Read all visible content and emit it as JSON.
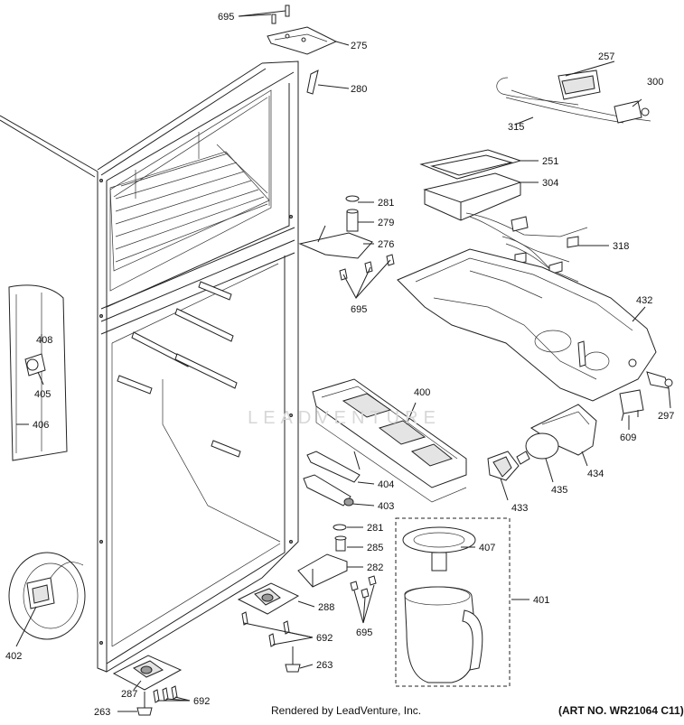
{
  "diagram": {
    "parts": [
      {
        "id": "695",
        "label": "695"
      },
      {
        "id": "275",
        "label": "275"
      },
      {
        "id": "280",
        "label": "280"
      },
      {
        "id": "257",
        "label": "257"
      },
      {
        "id": "300",
        "label": "300"
      },
      {
        "id": "315",
        "label": "315"
      },
      {
        "id": "251",
        "label": "251"
      },
      {
        "id": "304",
        "label": "304"
      },
      {
        "id": "281a",
        "label": "281"
      },
      {
        "id": "279",
        "label": "279"
      },
      {
        "id": "276",
        "label": "276"
      },
      {
        "id": "318",
        "label": "318"
      },
      {
        "id": "695b",
        "label": "695"
      },
      {
        "id": "432",
        "label": "432"
      },
      {
        "id": "408",
        "label": "408"
      },
      {
        "id": "405",
        "label": "405"
      },
      {
        "id": "406",
        "label": "406"
      },
      {
        "id": "400",
        "label": "400"
      },
      {
        "id": "297",
        "label": "297"
      },
      {
        "id": "609",
        "label": "609"
      },
      {
        "id": "434",
        "label": "434"
      },
      {
        "id": "404",
        "label": "404"
      },
      {
        "id": "435",
        "label": "435"
      },
      {
        "id": "433",
        "label": "433"
      },
      {
        "id": "403",
        "label": "403"
      },
      {
        "id": "281b",
        "label": "281"
      },
      {
        "id": "407",
        "label": "407"
      },
      {
        "id": "285",
        "label": "285"
      },
      {
        "id": "282",
        "label": "282"
      },
      {
        "id": "401",
        "label": "401"
      },
      {
        "id": "288",
        "label": "288"
      },
      {
        "id": "695c",
        "label": "695"
      },
      {
        "id": "692a",
        "label": "692"
      },
      {
        "id": "402",
        "label": "402"
      },
      {
        "id": "263a",
        "label": "263"
      },
      {
        "id": "287",
        "label": "287"
      },
      {
        "id": "692b",
        "label": "692"
      },
      {
        "id": "263b",
        "label": "263"
      }
    ]
  },
  "watermark": "LEADVENTURE",
  "footer": {
    "credit": "Rendered by LeadVenture, Inc.",
    "art_no": "(ART NO. WR21064 C11)"
  }
}
